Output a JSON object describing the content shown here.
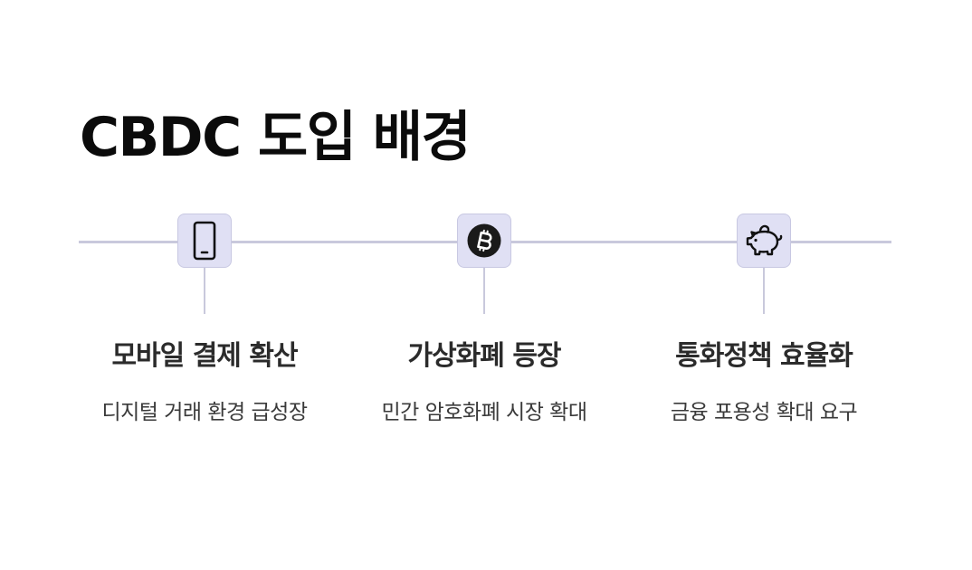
{
  "slide": {
    "title": "CBDC 도입 배경"
  },
  "colors": {
    "line": "#c9c9dc",
    "icon_box_bg": "#e0e0f4",
    "icon_box_border": "#c8c8e2",
    "title": "#0b0b0b",
    "text": "#2b2b2b"
  },
  "steps": [
    {
      "icon": "mobile-phone-icon",
      "title": "모바일 결제 확산",
      "description": "디지털 거래 환경 급성장"
    },
    {
      "icon": "bitcoin-icon",
      "title": "가상화폐 등장",
      "description": "민간 암호화폐 시장 확대"
    },
    {
      "icon": "piggy-bank-icon",
      "title": "통화정책 효율화",
      "description": "금융 포용성 확대 요구"
    }
  ]
}
